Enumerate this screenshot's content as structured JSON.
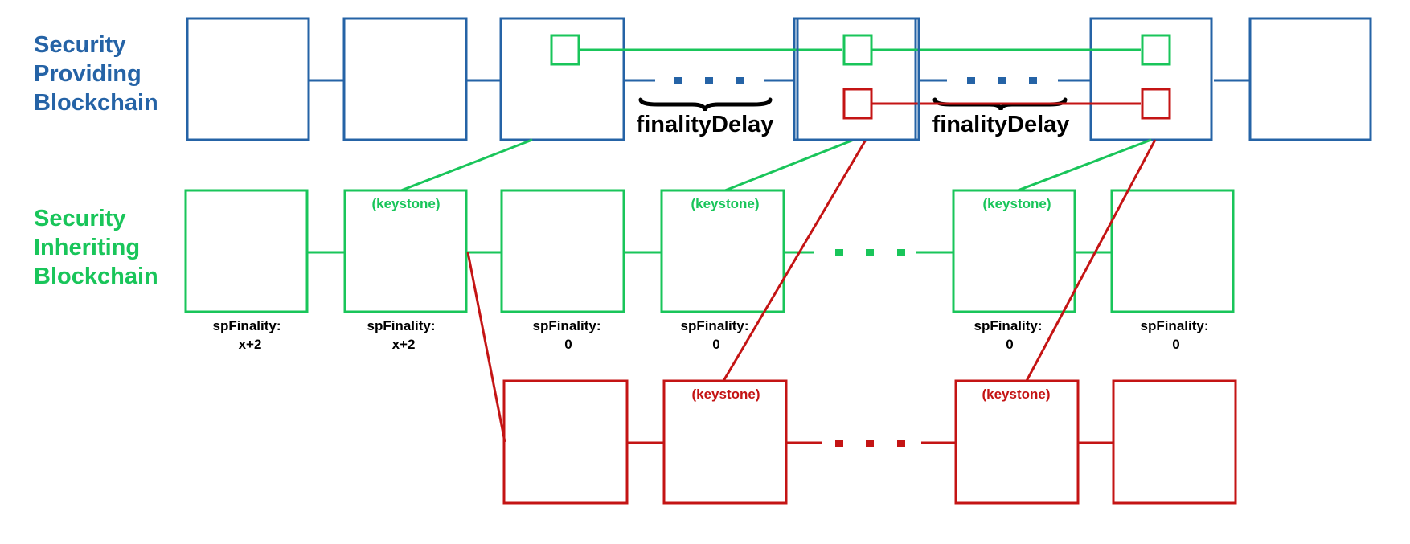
{
  "colors": {
    "blue": "#2563a6",
    "green": "#19c55a",
    "red": "#c41414",
    "black": "#000000"
  },
  "labels": {
    "sp_line1": "Security",
    "sp_line2": "Providing",
    "sp_line3": "Blockchain",
    "si_line1": "Security",
    "si_line2": "Inheriting",
    "si_line3": "Blockchain",
    "finality_delay_1": "finalityDelay",
    "finality_delay_2": "finalityDelay"
  },
  "keystone": {
    "green_1": "(keystone)",
    "green_2": "(keystone)",
    "green_3": "(keystone)",
    "red_1": "(keystone)",
    "red_2": "(keystone)"
  },
  "spFinality": [
    {
      "label": "spFinality:",
      "value": "x+2"
    },
    {
      "label": "spFinality:",
      "value": "x+2"
    },
    {
      "label": "spFinality:",
      "value": "0"
    },
    {
      "label": "spFinality:",
      "value": "0"
    },
    {
      "label": "spFinality:",
      "value": "0"
    },
    {
      "label": "spFinality:",
      "value": "0"
    }
  ]
}
